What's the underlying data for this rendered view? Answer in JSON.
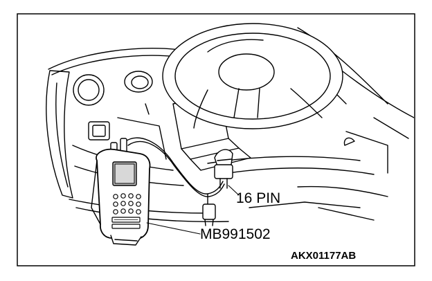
{
  "labels": {
    "connector": "16 PIN",
    "tool_part_number": "MB991502",
    "figure_code": "AKX01177AB"
  },
  "colors": {
    "line": "#000000",
    "background": "#ffffff",
    "shade": "#bdbdbd"
  }
}
